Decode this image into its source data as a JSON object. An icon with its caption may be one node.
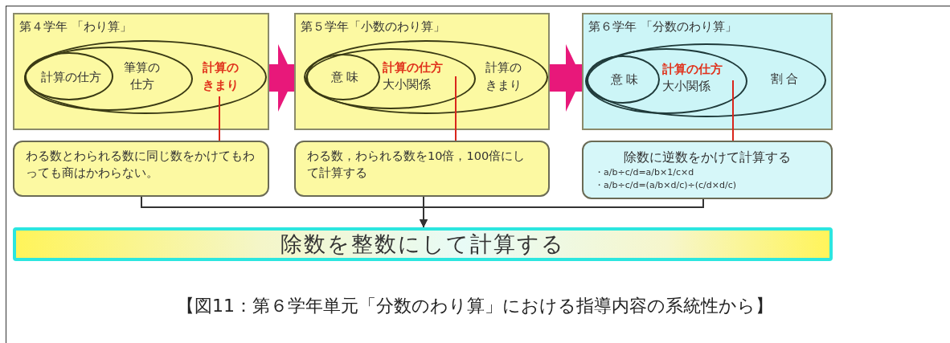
{
  "diagram": {
    "caption": "【図11：第６学年単元「分数のわり算」における指導内容の系統性から】",
    "nodes": [
      {
        "text": [
          "第４学年 「わり算」"
        ]
      },
      {
        "text": [
          "計算のきまり"
        ],
        "in": 0
      },
      {
        "text": [
          "筆算の仕方"
        ],
        "in": 1
      },
      {
        "text": [
          "計算の仕方"
        ],
        "in": 2
      },
      {
        "text": [
          "第５学年「小数のわり算」"
        ]
      },
      {
        "text": [
          "計算のきまり"
        ],
        "in": 4
      },
      {
        "text": [
          "計算の仕方",
          "大小関係"
        ],
        "in": 5
      },
      {
        "text": [
          "意 味"
        ],
        "in": 6
      },
      {
        "text": [
          "第６学年 「分数のわり算」"
        ]
      },
      {
        "text": [
          "割 合"
        ],
        "in": 8
      },
      {
        "text": [
          "計算の仕方",
          "大小関係"
        ],
        "in": 9
      },
      {
        "text": [
          "意 味"
        ],
        "in": 10
      },
      {
        "text": [
          "わる数とわられる数に同じ数をかけてもわっても商はかわらない。"
        ]
      },
      {
        "text": [
          "わる数，わられる数を10倍，100倍にして計算する"
        ]
      },
      {
        "text": [
          "除数に逆数をかけて計算する",
          "・a/b÷c/d=a/b×1/c×d",
          "・a/b÷c/d=(a/b×d/c)÷(c/d×d/c)"
        ]
      },
      {
        "text": [
          "除数を整数にして計算する"
        ]
      }
    ],
    "edges": [
      {
        "from": 0,
        "to": 4,
        "arrow": "to",
        "style": "thick",
        "color": "#e8187a"
      },
      {
        "from": 4,
        "to": 8,
        "arrow": "to",
        "style": "thick",
        "color": "#e8187a"
      },
      {
        "from": 1,
        "to": 12,
        "arrow": "none",
        "color": "#d9261c"
      },
      {
        "from": 6,
        "to": 13,
        "arrow": "none",
        "color": "#d9261c"
      },
      {
        "from": 10,
        "to": 14,
        "arrow": "none",
        "color": "#d9261c"
      },
      {
        "from": 12,
        "to": 15,
        "arrow": "to",
        "color": "#333333"
      },
      {
        "from": 13,
        "to": 15,
        "arrow": "to",
        "color": "#333333"
      },
      {
        "from": 14,
        "to": 15,
        "arrow": "to",
        "color": "#333333"
      }
    ]
  }
}
